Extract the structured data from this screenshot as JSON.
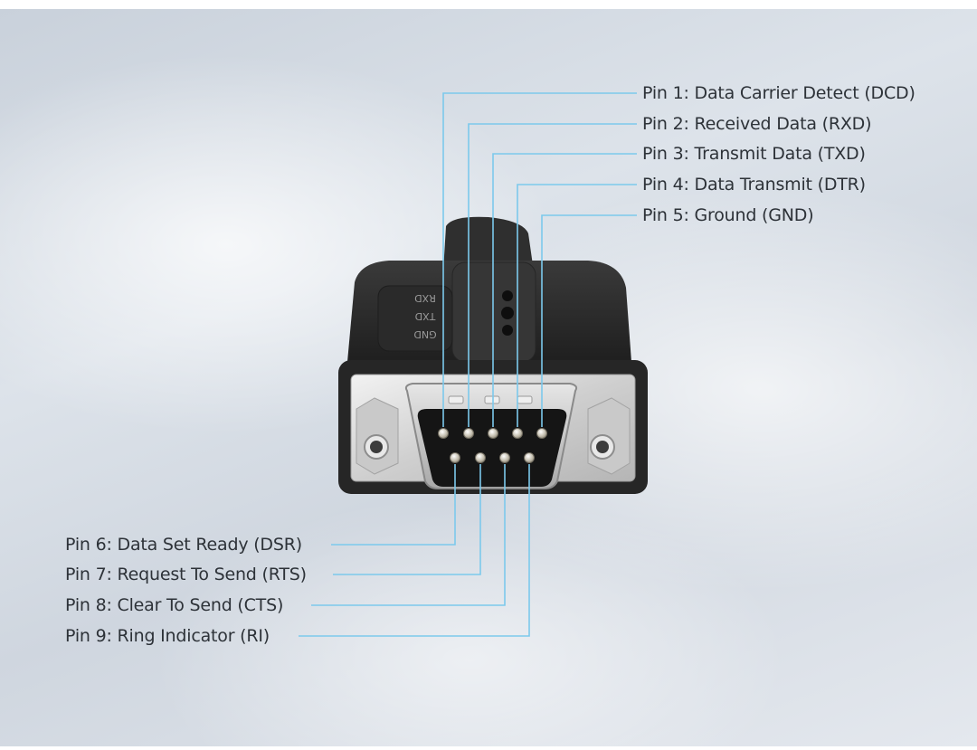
{
  "colors": {
    "leader": "#7cc9ec",
    "label_text": "#2d3238",
    "housing": "#2c2c2c",
    "shell": "#d8d8d8"
  },
  "housing_marks": [
    "RXD",
    "TXD",
    "GND"
  ],
  "top_pins": [
    {
      "pin": 1,
      "label": "Pin 1: Data Carrier Detect (DCD)"
    },
    {
      "pin": 2,
      "label": "Pin 2: Received Data (RXD)"
    },
    {
      "pin": 3,
      "label": "Pin 3: Transmit Data (TXD)"
    },
    {
      "pin": 4,
      "label": "Pin 4: Data Transmit (DTR)"
    },
    {
      "pin": 5,
      "label": "Pin 5: Ground (GND)"
    }
  ],
  "bottom_pins": [
    {
      "pin": 6,
      "label": "Pin 6: Data Set Ready (DSR)"
    },
    {
      "pin": 7,
      "label": "Pin 7: Request To Send (RTS)"
    },
    {
      "pin": 8,
      "label": "Pin 8: Clear To Send (CTS)"
    },
    {
      "pin": 9,
      "label": "Pin 9: Ring Indicator (RI)"
    }
  ]
}
